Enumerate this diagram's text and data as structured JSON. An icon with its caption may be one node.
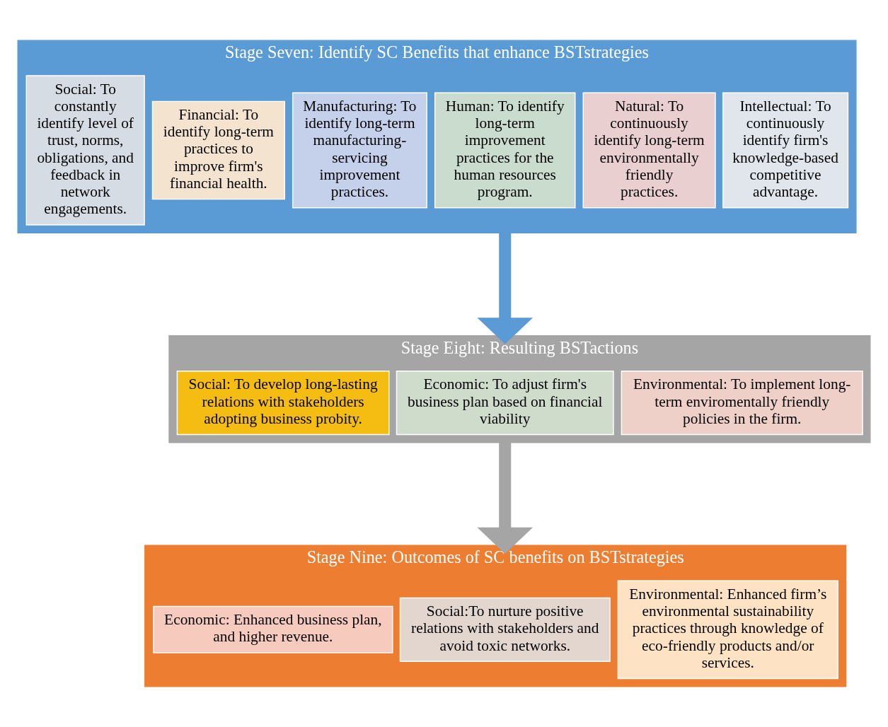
{
  "diagram": {
    "nodes": [
      {
        "text": [
          "Stage Seven: Identify SC Benefits that enhance BSTstrategies"
        ]
      },
      {
        "text": [
          "Social: To constantly identify level of trust, norms, obligations, and feedback in network engagements."
        ],
        "in": 0
      },
      {
        "text": [
          "Financial: To identify long-term practices to improve firm's financial health."
        ],
        "in": 0
      },
      {
        "text": [
          "Manufacturing: To identify long-term manufacturing-servicing improvement practices."
        ],
        "in": 0
      },
      {
        "text": [
          "Human: To identify long-term improvement practices for the human resources program."
        ],
        "in": 0
      },
      {
        "text": [
          "Natural: To continuously identify long-term environmentally friendly practices."
        ],
        "in": 0
      },
      {
        "text": [
          "Intellectual: To continuously identify firm's knowledge-based competitive advantage."
        ],
        "in": 0
      },
      {
        "text": [
          "Stage Eight: Resulting BSTactions"
        ]
      },
      {
        "text": [
          "Social: To develop long-lasting relations with stakeholders adopting business probity."
        ],
        "in": 7
      },
      {
        "text": [
          "Economic: To adjust firm's business plan based on financial viability"
        ],
        "in": 7
      },
      {
        "text": [
          "Environmental: To implement long-term enviromentally friendly policies in the firm."
        ],
        "in": 7
      },
      {
        "text": [
          "Stage Nine: Outcomes of SC benefits on BSTstrategies"
        ]
      },
      {
        "text": [
          "Economic: Enhanced business plan, and higher revenue."
        ],
        "in": 11
      },
      {
        "text": [
          "Social:To nurture positive relations with stakeholders and avoid toxic networks."
        ],
        "in": 11
      },
      {
        "text": [
          "Environmental: Enhanced firm’s environmental sustainability practices through knowledge of eco-friendly products and/or services."
        ],
        "in": 11
      }
    ],
    "edges": [
      {
        "from": 0,
        "to": 7,
        "arrow": "to",
        "color": "#5b9bd5"
      },
      {
        "from": 7,
        "to": 11,
        "arrow": "to",
        "color": "#a5a5a5"
      }
    ]
  }
}
